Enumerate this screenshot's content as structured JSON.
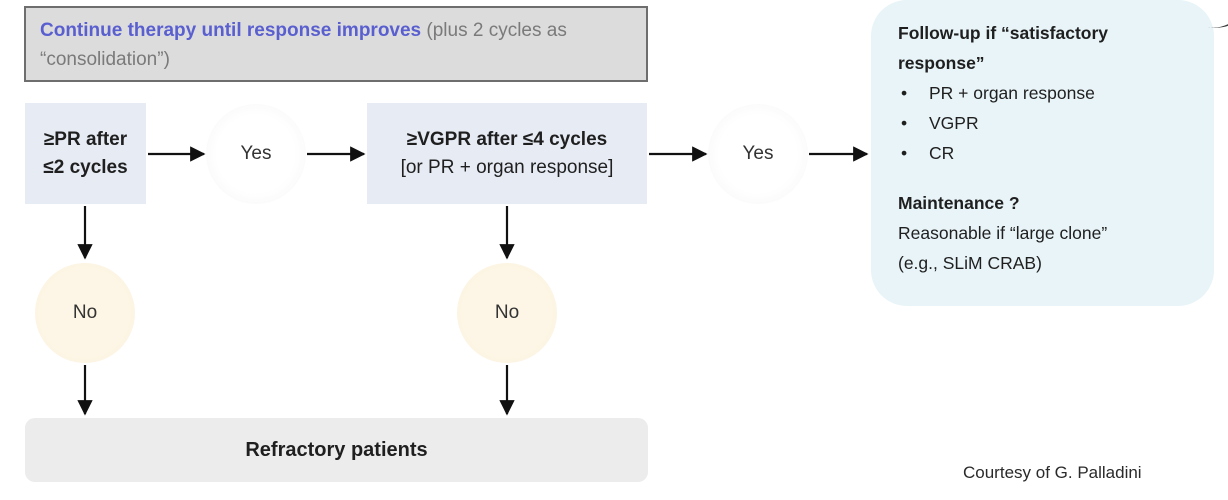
{
  "banner": {
    "highlight": "Continue therapy until response improves",
    "rest": " (plus 2 cycles as “consolidation”)"
  },
  "step1": {
    "line1": "≥PR after",
    "line2": "≤2 cycles"
  },
  "step2": {
    "line1": "≥VGPR after ≤4 cycles",
    "line2": "[or PR + organ response]"
  },
  "yes_label": "Yes",
  "no_label": "No",
  "refractory": "Refractory patients",
  "followup": {
    "heading_line1": "Follow-up if “satisfactory",
    "heading_line2": "response”",
    "items": [
      "PR + organ response",
      "VGPR",
      "CR"
    ]
  },
  "maintenance": {
    "heading": "Maintenance ?",
    "line1": "Reasonable if “large clone”",
    "line2": "(e.g., SLiM CRAB)"
  },
  "courtesy": "Courtesy of G. Palladini",
  "colors": {
    "accent_text": "#5a5fd0",
    "step_box": "#e6ebf4",
    "no_circle": "#fdf6e6",
    "panel": "#e8f4f8",
    "arrow": "#111111"
  }
}
